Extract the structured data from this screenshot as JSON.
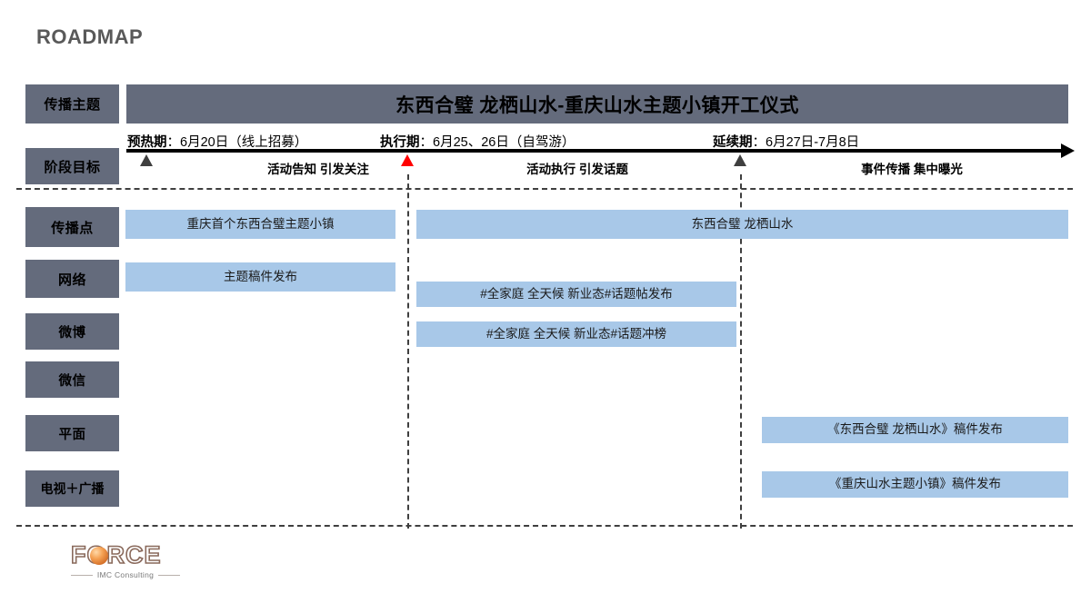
{
  "page": {
    "title": "ROADMAP"
  },
  "theme": {
    "banner_label": "传播主题",
    "banner_text": "东西合璧 龙栖山水-重庆山水主题小镇开工仪式"
  },
  "stage": {
    "label": "阶段目标",
    "phases": [
      {
        "name": "预热期",
        "separator": "：",
        "dates": "6月20日（线上招募）",
        "goal": "活动告知 引发关注",
        "marker_color": "#3f3f3f"
      },
      {
        "name": "执行期",
        "separator": "：",
        "dates": "6月25、26日（自驾游）",
        "goal": "活动执行 引发话题",
        "marker_color": "#ff0000"
      },
      {
        "name": "延续期",
        "separator": "：",
        "dates": "6月27日-7月8日",
        "goal": "事件传播 集中曝光",
        "marker_color": "#3f3f3f"
      }
    ]
  },
  "channels": [
    {
      "label": "传播点"
    },
    {
      "label": "网络"
    },
    {
      "label": "微博"
    },
    {
      "label": "微信"
    },
    {
      "label": "平面"
    },
    {
      "label": "电视＋广播"
    }
  ],
  "bars": [
    {
      "text": "重庆首个东西合璧主题小镇",
      "channel": "传播点",
      "phase": "预热期"
    },
    {
      "text": "东西合璧 龙栖山水",
      "channel": "传播点",
      "phase": "执行期-延续期"
    },
    {
      "text": "主题稿件发布",
      "channel": "网络",
      "phase": "预热期"
    },
    {
      "text": "#全家庭 全天候 新业态#话题帖发布",
      "channel": "微博",
      "phase": "执行期"
    },
    {
      "text": "#全家庭 全天候 新业态#话题冲榜",
      "channel": "微博",
      "phase": "执行期"
    },
    {
      "text": "《东西合璧 龙栖山水》稿件发布",
      "channel": "平面",
      "phase": "延续期"
    },
    {
      "text": "《重庆山水主题小镇》稿件发布",
      "channel": "电视＋广播",
      "phase": "延续期"
    }
  ],
  "logo": {
    "word": "FORCE",
    "tagline": "IMC Consulting"
  },
  "colors": {
    "slate": "#646b7c",
    "bar_blue": "#a8c8e8",
    "title_gray": "#595959",
    "marker_red": "#ff0000",
    "marker_dark": "#3f3f3f",
    "logo_brown": "#8a6a5c",
    "logo_orange": "#f4a052"
  }
}
